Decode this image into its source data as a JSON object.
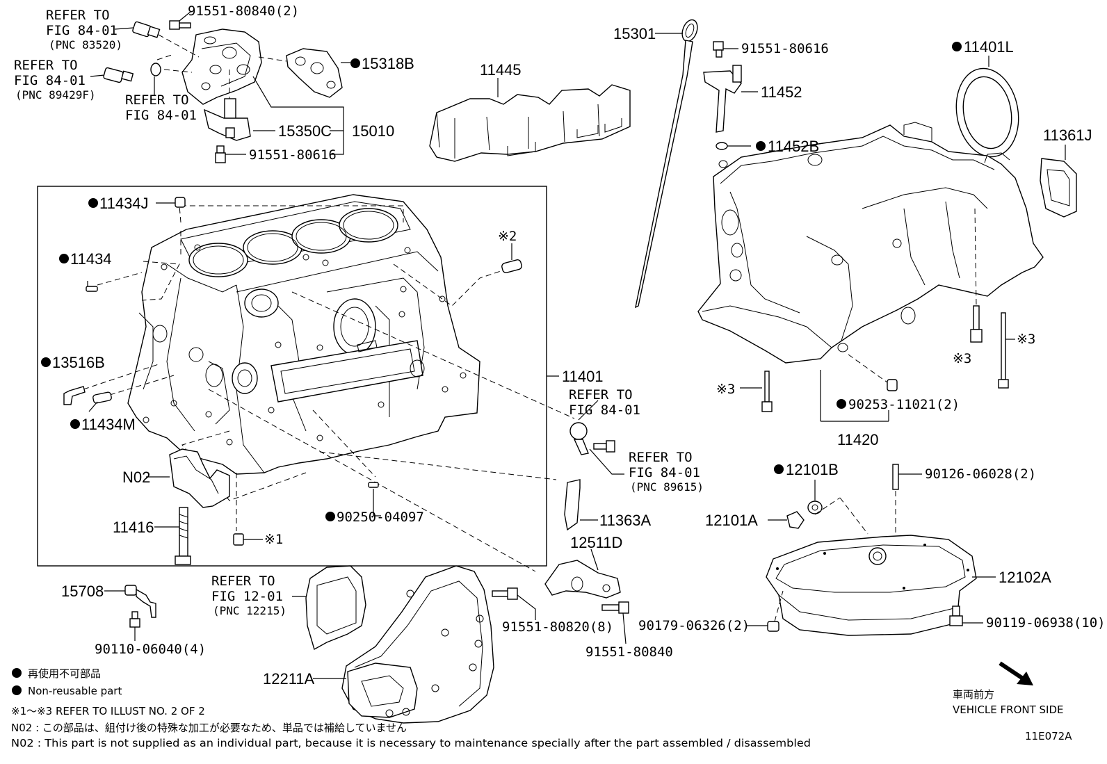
{
  "parts": {
    "p91551_80840_2": "91551-80840(2)",
    "p15318B": "15318B",
    "p15350C": "15350C",
    "p15010": "15010",
    "p91551_80616_a": "91551-80616",
    "p15301": "15301",
    "p11445": "11445",
    "p91551_80616_b": "91551-80616",
    "p11452": "11452",
    "p11452B": "11452B",
    "p11401L": "11401L",
    "p11361J": "11361J",
    "p11434J": "11434J",
    "p11434": "11434",
    "p13516B": "13516B",
    "p11434M": "11434M",
    "pN02": "N02",
    "p11416": "11416",
    "p90250_04097": "90250-04097",
    "p11401": "11401",
    "p11363A": "11363A",
    "p12511D": "12511D",
    "p90253_11021_2": "90253-11021(2)",
    "p11420": "11420",
    "p12101B": "12101B",
    "p12101A": "12101A",
    "p90126_06028_2": "90126-06028(2)",
    "p12102A": "12102A",
    "p90179_06326_2": "90179-06326(2)",
    "p90119_06938_10": "90119-06938(10)",
    "p15708": "15708",
    "p90110_06040_4": "90110-06040(4)",
    "p91551_80820_8": "91551-80820(8)",
    "p91551_80840": "91551-80840",
    "p12211A": "12211A"
  },
  "refs": {
    "r1": [
      "REFER TO",
      "FIG 84-01",
      "(PNC 83520)"
    ],
    "r2": [
      "REFER TO",
      "FIG 84-01",
      "(PNC 89429F)"
    ],
    "r3": [
      "REFER TO",
      "FIG 84-01"
    ],
    "r4": [
      "REFER TO",
      "FIG 84-01"
    ],
    "r5": [
      "REFER TO",
      "FIG 84-01",
      "(PNC 89615)"
    ],
    "r6": [
      "REFER TO",
      "FIG 12-01",
      "(PNC 12215)"
    ]
  },
  "marks": {
    "m1": "※1",
    "m2": "※2",
    "m3a": "※3",
    "m3b": "※3",
    "m3c": "※3"
  },
  "legend": {
    "non_reusable_jp": "再使用不可部品",
    "non_reusable_en": "Non-reusable part",
    "refer_illust": "※1～※3 REFER TO ILLUST NO. 2 OF 2",
    "n02_jp": "N02 : この部品は、組付け後の特殊な加工が必要なため、単品では補給していません",
    "n02_en": "N02 : This part is not supplied as an individual part, because it is necessary to maintenance specially after the part assembled / disassembled"
  },
  "direction": {
    "jp": "車両前方",
    "en": "VEHICLE FRONT SIDE"
  },
  "figure_id": "11E072A"
}
